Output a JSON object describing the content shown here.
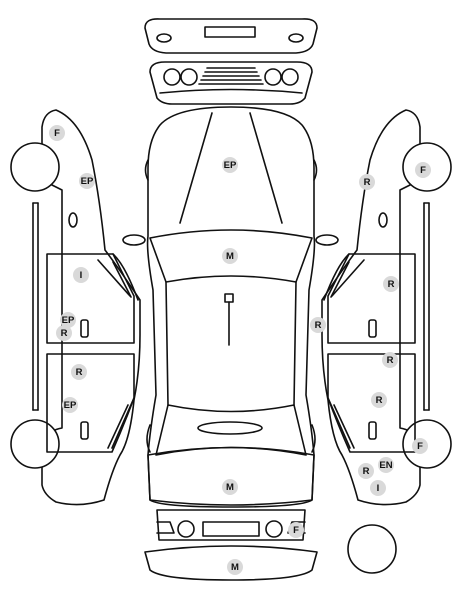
{
  "diagram": {
    "markers": [
      {
        "id": "hood",
        "code": "EP"
      },
      {
        "id": "windshield",
        "code": "M"
      },
      {
        "id": "rear-window",
        "code": "M"
      },
      {
        "id": "rear-bumper-glass",
        "code": "M"
      },
      {
        "id": "left-front-fender",
        "code": "F"
      },
      {
        "id": "left-front-panel",
        "code": "EP"
      },
      {
        "id": "left-front-door-upper",
        "code": "I"
      },
      {
        "id": "left-front-door-ep",
        "code": "EP"
      },
      {
        "id": "left-front-door-r",
        "code": "R"
      },
      {
        "id": "left-rear-door-r",
        "code": "R"
      },
      {
        "id": "left-rear-door-ep",
        "code": "EP"
      },
      {
        "id": "right-front-panel",
        "code": "R"
      },
      {
        "id": "right-front-fender",
        "code": "F"
      },
      {
        "id": "right-front-door",
        "code": "R"
      },
      {
        "id": "right-mirror-area",
        "code": "R"
      },
      {
        "id": "right-rear-door-upper",
        "code": "R"
      },
      {
        "id": "right-rear-door-lower",
        "code": "R"
      },
      {
        "id": "right-rear-fender",
        "code": "F"
      },
      {
        "id": "right-rear-en",
        "code": "EN"
      },
      {
        "id": "right-rear-r",
        "code": "R"
      },
      {
        "id": "right-rear-i",
        "code": "I"
      },
      {
        "id": "rear-bumper-f",
        "code": "F"
      }
    ]
  }
}
